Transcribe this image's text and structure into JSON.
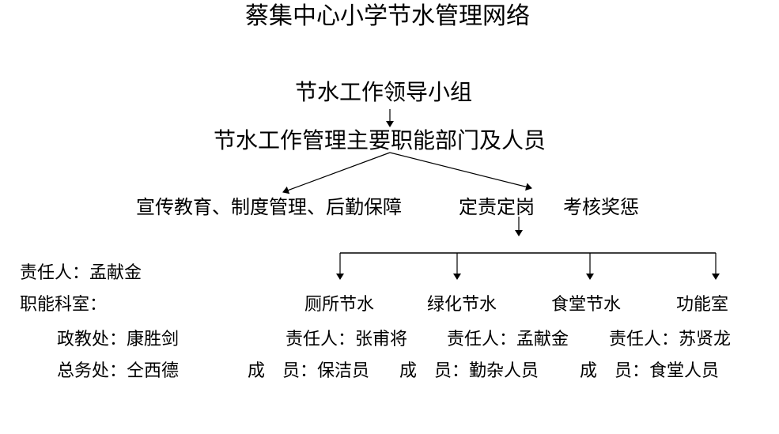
{
  "title": "蔡集中心小学节水管理网络",
  "leader_group": "节水工作领导小组",
  "departments": "节水工作管理主要职能部门及人员",
  "branch_left": "宣传教育、制度管理、后勤保障",
  "branch_right_a": "定责定岗",
  "branch_right_b": "考核奖惩",
  "left_info": {
    "responsible": "责任人：孟献金",
    "offices_label": "职能科室：",
    "office1": "政教处：康胜剑",
    "office2": "总务处：仝西德"
  },
  "units": [
    {
      "name": "厕所节水",
      "responsible": "责任人：张甫将",
      "members": "成　员：保洁员"
    },
    {
      "name": "绿化节水",
      "responsible": "责任人：孟献金",
      "members": "成　员：勤杂人员"
    },
    {
      "name": "食堂节水",
      "responsible": "责任人：苏贤龙",
      "members": "成　员：食堂人员"
    },
    {
      "name": "功能室"
    }
  ]
}
